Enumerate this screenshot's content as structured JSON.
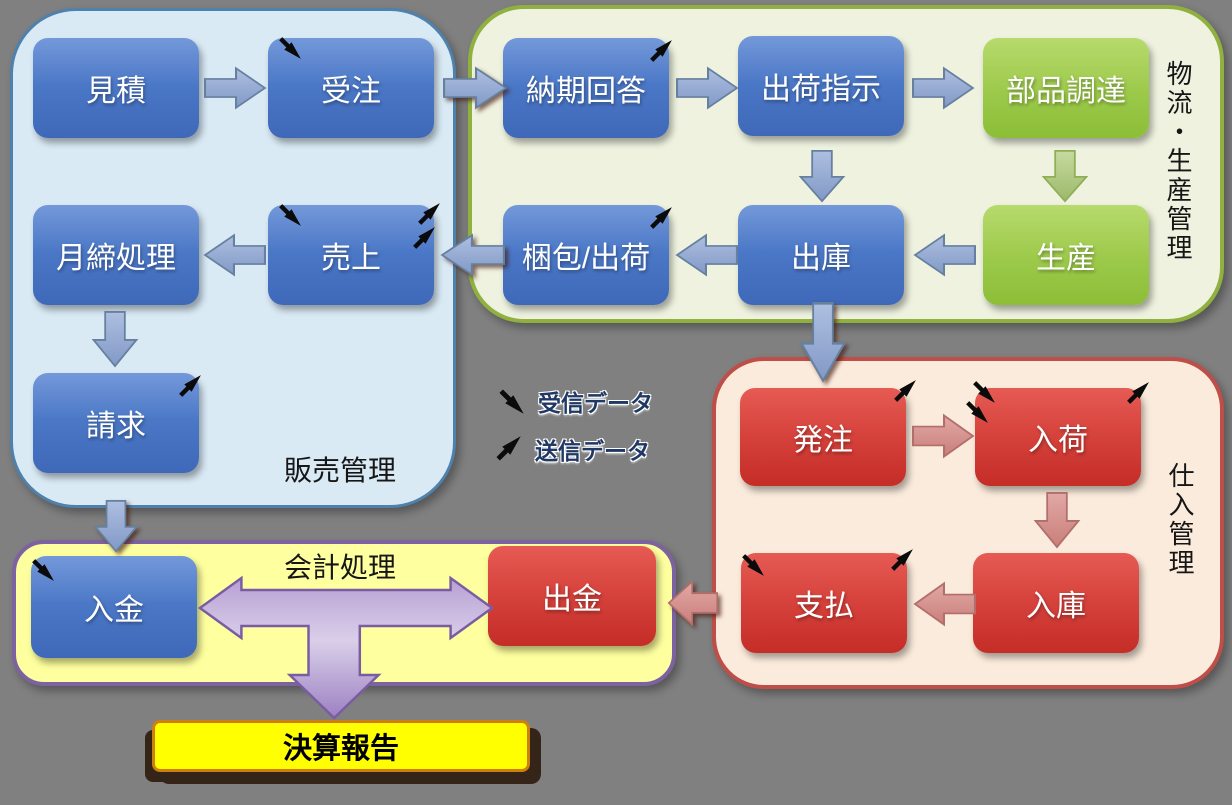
{
  "groups": {
    "sales": {
      "label": "販売管理"
    },
    "logistics": {
      "label": "物流・生産管理"
    },
    "purchasing": {
      "label": "仕入管理"
    },
    "accounting": {
      "label": "会計処理"
    }
  },
  "boxes": {
    "quote": {
      "label": "見積"
    },
    "order": {
      "label": "受注"
    },
    "monthly_close": {
      "label": "月締処理"
    },
    "sales": {
      "label": "売上"
    },
    "invoice": {
      "label": "請求"
    },
    "delivery_reply": {
      "label": "納期回答"
    },
    "ship_instruction": {
      "label": "出荷指示"
    },
    "parts_procurement": {
      "label": "部品調達"
    },
    "packing_shipping": {
      "label": "梱包/出荷"
    },
    "warehouse_out": {
      "label": "出庫"
    },
    "production": {
      "label": "生産"
    },
    "purchase_order": {
      "label": "発注"
    },
    "goods_receipt": {
      "label": "入荷"
    },
    "payment": {
      "label": "支払"
    },
    "warehouse_in": {
      "label": "入庫"
    },
    "deposit": {
      "label": "入金"
    },
    "withdrawal": {
      "label": "出金"
    }
  },
  "report": {
    "label": "決算報告"
  },
  "legend": {
    "receive_label": "受信データ",
    "send_label": "送信データ"
  },
  "colors": {
    "background": "#808080",
    "box_blue": "#4a77c6",
    "box_green": "#9cc94a",
    "box_red": "#d6423c",
    "sales_group_fill": "#d9eaf5",
    "sales_group_border": "#4e81ac",
    "logistics_group_fill": "#eef2df",
    "logistics_group_border": "#90b040",
    "purchasing_group_fill": "#fbebdc",
    "purchasing_group_border": "#be4e47",
    "accounting_group_fill": "#feff9e",
    "accounting_group_border": "#7d62a2",
    "report_fill": "#ffff00",
    "report_border": "#cf7f10",
    "legend_text": "#1f3864",
    "purple_arrow": "#9c80c2"
  }
}
